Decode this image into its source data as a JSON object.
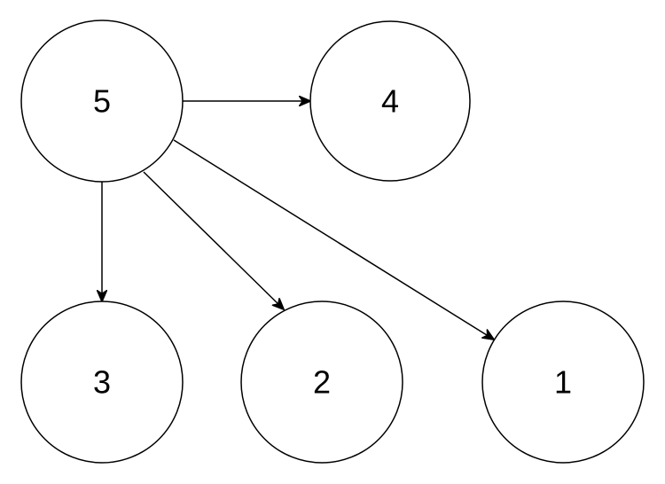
{
  "diagram": {
    "nodes": [
      {
        "id": "5",
        "label": "5"
      },
      {
        "id": "4",
        "label": "4"
      },
      {
        "id": "3",
        "label": "3"
      },
      {
        "id": "2",
        "label": "2"
      },
      {
        "id": "1",
        "label": "1"
      }
    ],
    "edges": [
      {
        "from": "5",
        "to": "4"
      },
      {
        "from": "5",
        "to": "3"
      },
      {
        "from": "5",
        "to": "2"
      },
      {
        "from": "5",
        "to": "1"
      }
    ],
    "colors": {
      "stroke": "#000000",
      "fill": "#ffffff"
    }
  }
}
